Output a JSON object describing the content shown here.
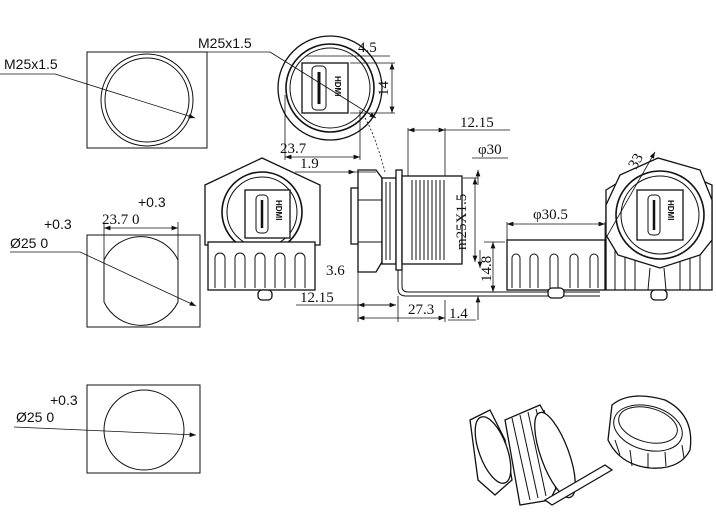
{
  "cutouts": [
    {
      "thread_label": "M25x1.5"
    },
    {
      "tol_width_upper": "+0.3",
      "width_label": "23.7 0",
      "tol_dia_upper": "+0.3",
      "dia_label": "Ø25 0"
    },
    {
      "tol_dia_upper": "+0.3",
      "dia_label": "Ø25 0"
    }
  ],
  "top_view": {
    "thread_label": "M25x1.5",
    "dim_a": "4.5",
    "dim_b": "14",
    "dim_c": "23.7",
    "connector_text": "HDMI"
  },
  "front_view": {
    "connector_text": "HDMI"
  },
  "side_view": {
    "dim_panel": "1.9",
    "dim_thread_len": "12.15",
    "dim_flange_dia": "φ30",
    "dim_thread": "m25X1.5",
    "dim_nut": "3.6",
    "dim_nut_len": "12.15",
    "dim_total": "27.3",
    "dim_flange": "1.4",
    "dim_cap_h": "14.8"
  },
  "cap_view": {
    "dim_cap_dia": "φ30.5"
  },
  "right_view": {
    "dim_hex": "33",
    "connector_text": "HDMI"
  }
}
